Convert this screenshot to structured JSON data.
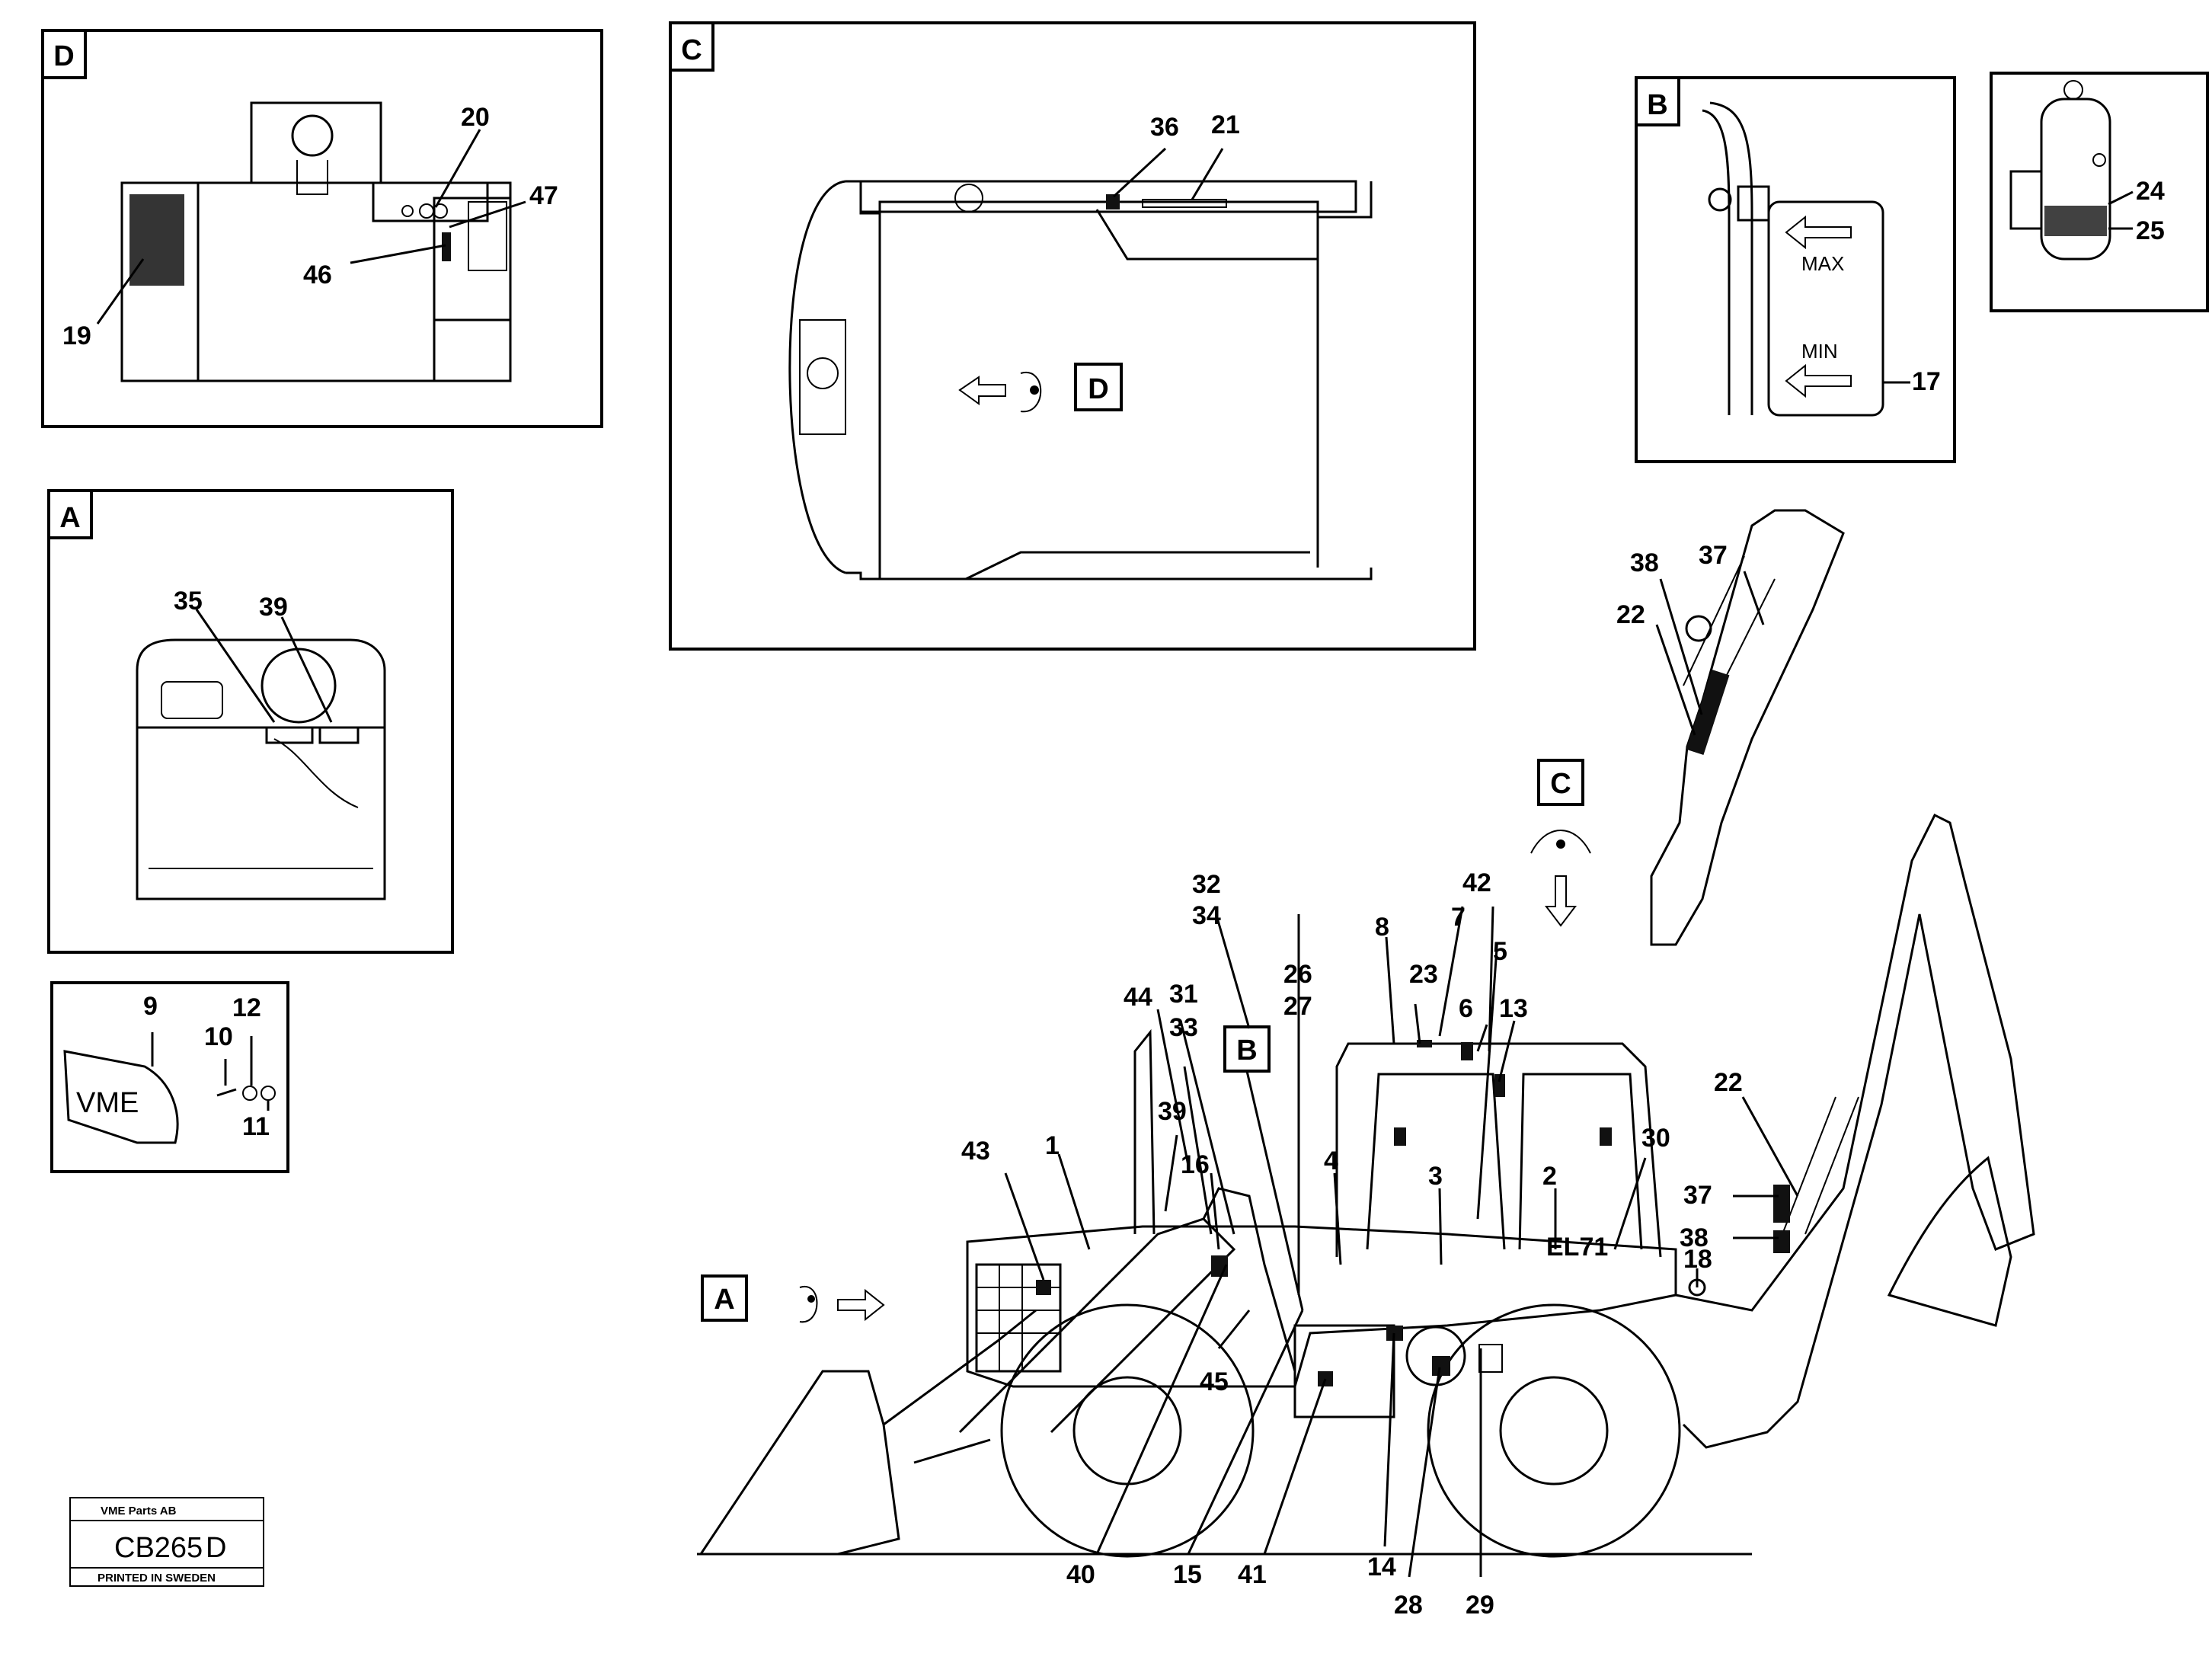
{
  "views": {
    "D": {
      "letter": "D",
      "labels": [
        "20",
        "47",
        "46",
        "19"
      ]
    },
    "C": {
      "letter": "C",
      "labels": [
        "36",
        "21"
      ],
      "ref": "D"
    },
    "B": {
      "letter": "B",
      "labels": [
        "24",
        "25",
        "17"
      ],
      "sign_max": "MAX",
      "sign_min": "MIN"
    },
    "A": {
      "letter": "A",
      "labels": [
        "35",
        "39"
      ]
    },
    "emblem": {
      "labels": [
        "9",
        "10",
        "12",
        "11"
      ],
      "logo": "VME"
    }
  },
  "main": {
    "callouts_A": "A",
    "callouts_B": "B",
    "callouts_C": "C",
    "labels": [
      "32",
      "34",
      "8",
      "7",
      "42",
      "5",
      "26",
      "27",
      "23",
      "6",
      "13",
      "44",
      "31",
      "33",
      "39",
      "16",
      "43",
      "1",
      "4",
      "3",
      "2",
      "30",
      "22",
      "37",
      "38",
      "18",
      "45",
      "40",
      "15",
      "41",
      "14",
      "28",
      "29",
      "37",
      "38",
      "22"
    ]
  },
  "stamp": {
    "company": "VME Parts AB",
    "code": "CB265",
    "rev": "D",
    "printed": "PRINTED IN SWEDEN"
  },
  "colors": {
    "ink": "#000000",
    "paper": "#ffffff"
  }
}
